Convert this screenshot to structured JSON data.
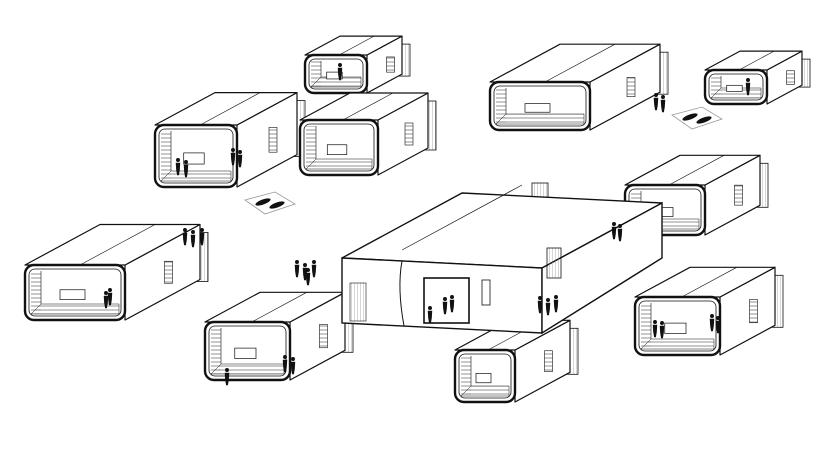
{
  "diagram": {
    "type": "isometric architectural diagram of modular pods with people",
    "colors": {
      "background": "#ffffff",
      "stroke": "#111111",
      "hatch": "#777777",
      "figure": "#111111"
    },
    "pod_count": 10,
    "central_building_count": 1
  }
}
